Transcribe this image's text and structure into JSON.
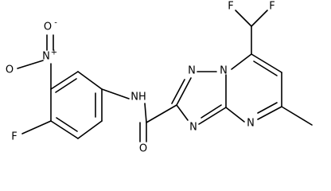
{
  "molecule": {
    "atoms": {
      "f_top_left": "F",
      "f_top_right": "F",
      "o_nitro_minus": "O",
      "o_nitro_minus_charge": "-",
      "n_nitro": "N",
      "n_nitro_charge": "+",
      "f_ring": "F",
      "nh": "NH",
      "o_carbonyl": "O",
      "n_triazole_top": "N",
      "n_bridgehead": "N",
      "n_triazole_bottom": "N",
      "n_pyrimidine": "N"
    },
    "colors": {
      "bond": "#000000",
      "text": "#000000",
      "background": "#ffffff"
    }
  }
}
